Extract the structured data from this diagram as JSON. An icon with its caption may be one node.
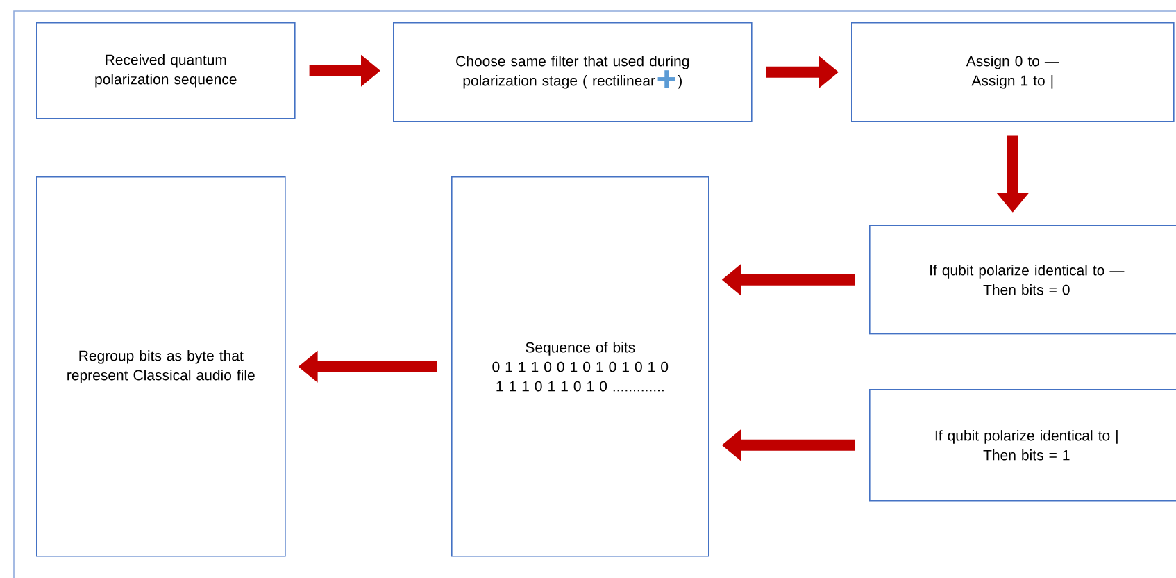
{
  "diagram": {
    "nodes": [
      {
        "text": [
          "Received quantum polarization sequence"
        ]
      },
      {
        "text": [
          "Choose same filter that used during polarization stage ( rectilinear",
          ")"
        ]
      },
      {
        "text": [
          "Assign 0 to —",
          "Assign  1 to |"
        ]
      },
      {
        "text": [
          "If qubit polarize identical to  —",
          "Then bits = 0"
        ]
      },
      {
        "text": [
          "If qubit polarize identical to |",
          "Then  bits = 1"
        ]
      },
      {
        "text": [
          "Sequence of bits",
          "0 1 1 1 0 0 1 0 1 0 1 0 1 0 1 1 1 0 1 1  0 1 0 ............."
        ]
      },
      {
        "text": [
          "Regroup bits  as byte that represent Classical audio file"
        ]
      }
    ],
    "edges": [
      {
        "from": 0,
        "to": 1,
        "arrow": "to"
      },
      {
        "from": 1,
        "to": 2,
        "arrow": "to"
      },
      {
        "from": 2,
        "to": 3,
        "arrow": "to"
      },
      {
        "from": 3,
        "to": 5,
        "arrow": "to"
      },
      {
        "from": 4,
        "to": 5,
        "arrow": "to"
      },
      {
        "from": 5,
        "to": 6,
        "arrow": "to"
      }
    ]
  }
}
